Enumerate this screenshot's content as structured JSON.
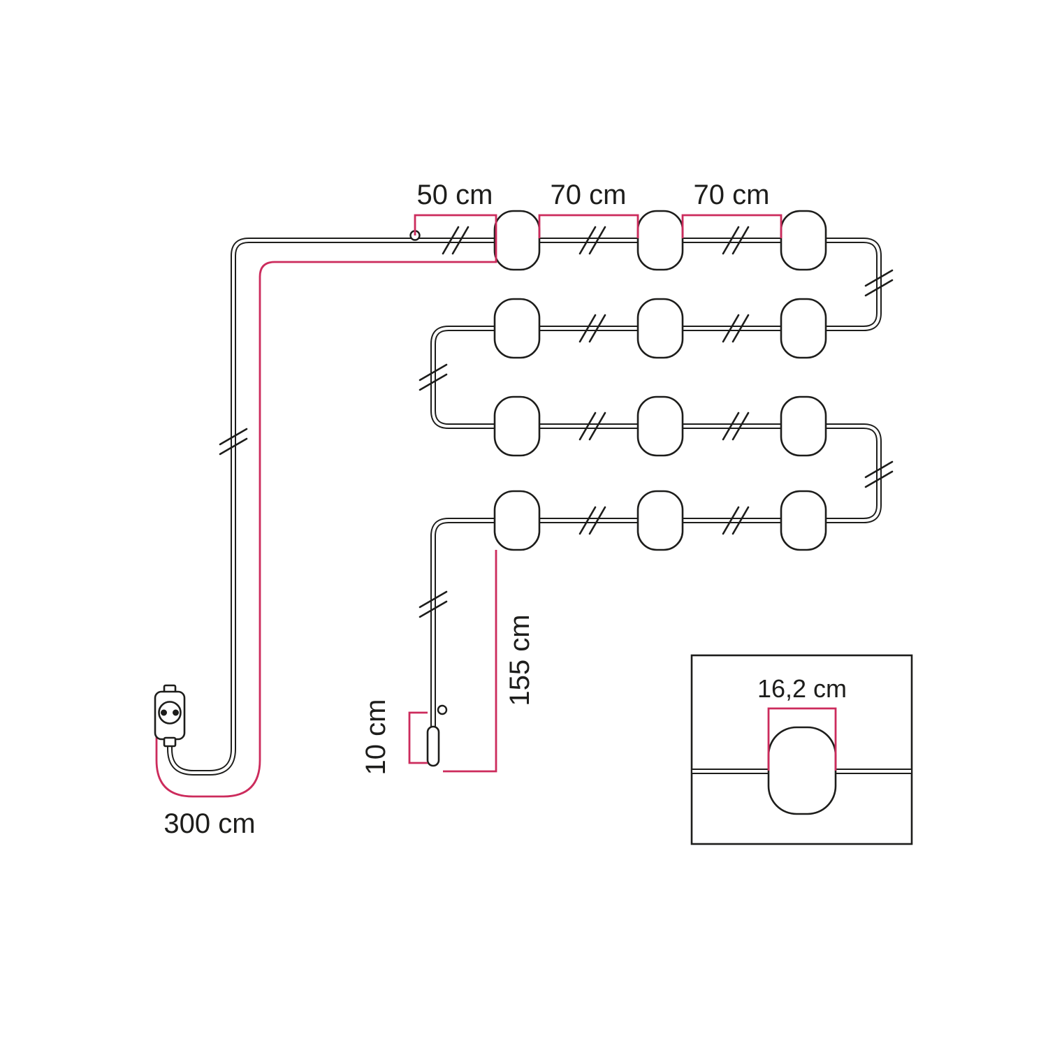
{
  "diagram": {
    "colors": {
      "dimension_line": "#cc2b5c",
      "cable_line": "#1d1d1b",
      "text": "#1d1d1b",
      "background": "#ffffff"
    },
    "lamp_count": 12,
    "dimensions": {
      "first_spacing": "50 cm",
      "spacing_1": "70 cm",
      "spacing_2": "70 cm",
      "power_lead": "300 cm",
      "end_drop": "155 cm",
      "end_tail": "10 cm",
      "lamp_width": "16,2 cm"
    }
  }
}
